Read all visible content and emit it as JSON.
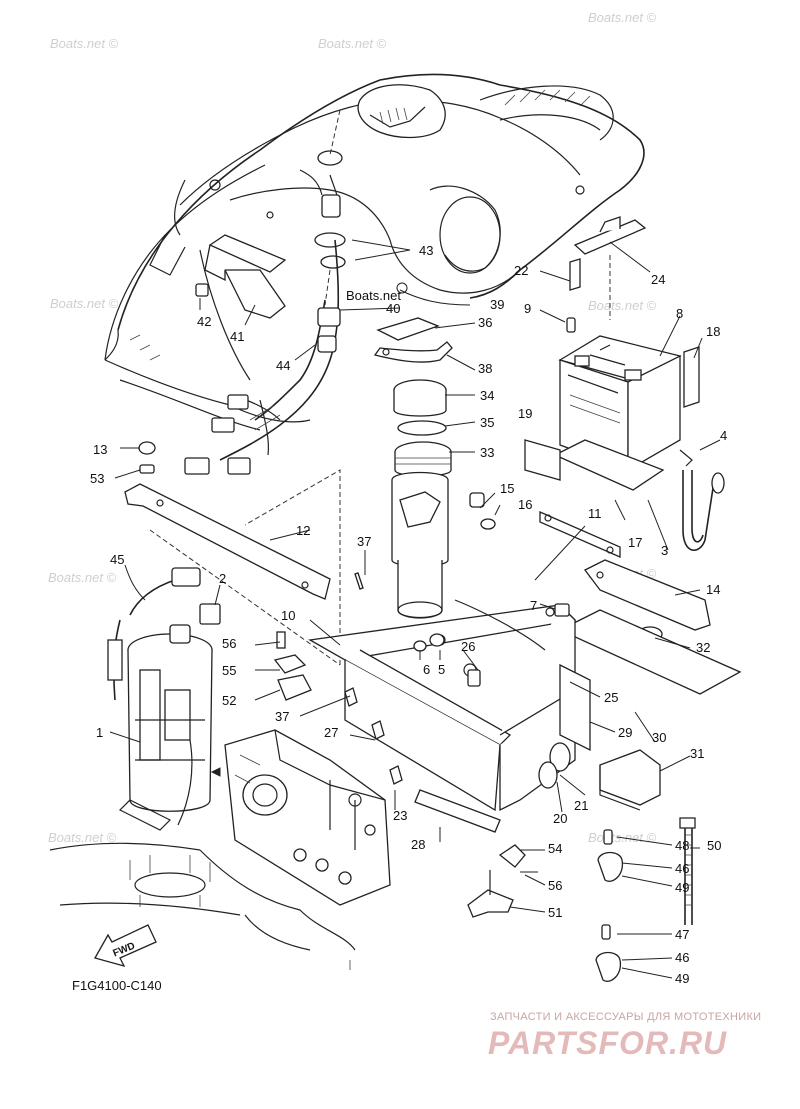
{
  "watermark": "Boats.net ©",
  "watermark_inline": "Boats.net",
  "diagram_code": "F1G4100-C140",
  "fwd_label": "FWD",
  "brand": {
    "subtitle": "ЗАПЧАСТИ И АКСЕССУАРЫ ДЛЯ МОТОТЕХНИКИ",
    "logo_text": "PARTSFOR.RU"
  },
  "callouts": {
    "c1": "1",
    "c2": "2",
    "c3": "3",
    "c4": "4",
    "c5": "5",
    "c6": "6",
    "c7": "7",
    "c8": "8",
    "c9": "9",
    "c10": "10",
    "c11": "11",
    "c12": "12",
    "c13": "13",
    "c14": "14",
    "c15": "15",
    "c16": "16",
    "c17": "17",
    "c18": "18",
    "c19": "19",
    "c20": "20",
    "c21": "21",
    "c22": "22",
    "c23": "23",
    "c24": "24",
    "c25": "25",
    "c26": "26",
    "c27": "27",
    "c28": "28",
    "c29": "29",
    "c30": "30",
    "c31": "31",
    "c32": "32",
    "c33": "33",
    "c34": "34",
    "c35": "35",
    "c36": "36",
    "c37a": "37",
    "c37b": "37",
    "c38": "38",
    "c39": "39",
    "c40": "40",
    "c41": "41",
    "c42": "42",
    "c43": "43",
    "c44": "44",
    "c45": "45",
    "c46a": "46",
    "c46b": "46",
    "c47": "47",
    "c48": "48",
    "c49a": "49",
    "c49b": "49",
    "c50": "50",
    "c51": "51",
    "c52": "52",
    "c53": "53",
    "c54": "54",
    "c55": "55",
    "c56a": "56",
    "c56b": "56"
  }
}
